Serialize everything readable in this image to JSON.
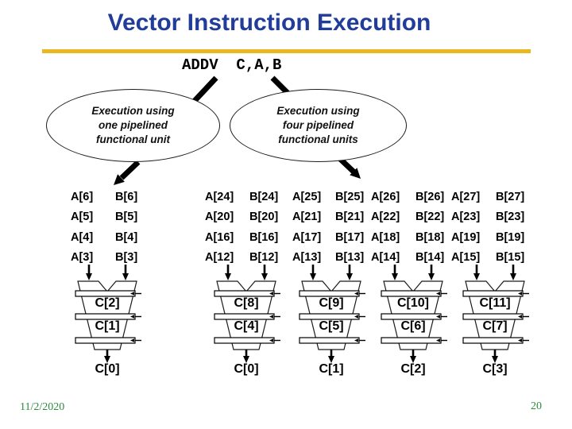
{
  "slide": {
    "title": "Vector Instruction Execution",
    "instruction": "ADDV  C,A,B",
    "footer": {
      "date": "11/2/2020",
      "page_number": "20"
    },
    "colors": {
      "title_blue": "#213C99",
      "rule_gold": "#E9B821",
      "footer_green": "#2E8C3E",
      "diagram_ink": "#000000"
    }
  },
  "callouts": {
    "one_pipeline": {
      "lines": [
        "Execution using",
        "one pipelined",
        "functional unit"
      ]
    },
    "four_pipelines": {
      "lines": [
        "Execution using",
        "four pipelined",
        "functional units"
      ]
    }
  },
  "pipelines": [
    {
      "operands": [
        [
          "A[6]",
          "B[6]"
        ],
        [
          "A[5]",
          "B[5]"
        ],
        [
          "A[4]",
          "B[4]"
        ],
        [
          "A[3]",
          "B[3]"
        ]
      ],
      "stages": [
        "C[2]",
        "C[1]"
      ],
      "output": "C[0]"
    },
    {
      "operands": [
        [
          "A[24]",
          "B[24]"
        ],
        [
          "A[20]",
          "B[20]"
        ],
        [
          "A[16]",
          "B[16]"
        ],
        [
          "A[12]",
          "B[12]"
        ]
      ],
      "stages": [
        "C[8]",
        "C[4]"
      ],
      "output": "C[0]"
    },
    {
      "operands": [
        [
          "A[25]",
          "B[25]"
        ],
        [
          "A[21]",
          "B[21]"
        ],
        [
          "A[17]",
          "B[17]"
        ],
        [
          "A[13]",
          "B[13]"
        ]
      ],
      "stages": [
        "C[9]",
        "C[5]"
      ],
      "output": "C[1]"
    },
    {
      "operands": [
        [
          "A[26]",
          "B[26]"
        ],
        [
          "A[22]",
          "B[22]"
        ],
        [
          "A[18]",
          "B[18]"
        ],
        [
          "A[14]",
          "B[14]"
        ]
      ],
      "stages": [
        "C[10]",
        "C[6]"
      ],
      "output": "C[2]"
    },
    {
      "operands": [
        [
          "A[27]",
          "B[27]"
        ],
        [
          "A[23]",
          "B[23]"
        ],
        [
          "A[19]",
          "B[19]"
        ],
        [
          "A[15]",
          "B[15]"
        ]
      ],
      "stages": [
        "C[11]",
        "C[7]"
      ],
      "output": "C[3]"
    }
  ]
}
